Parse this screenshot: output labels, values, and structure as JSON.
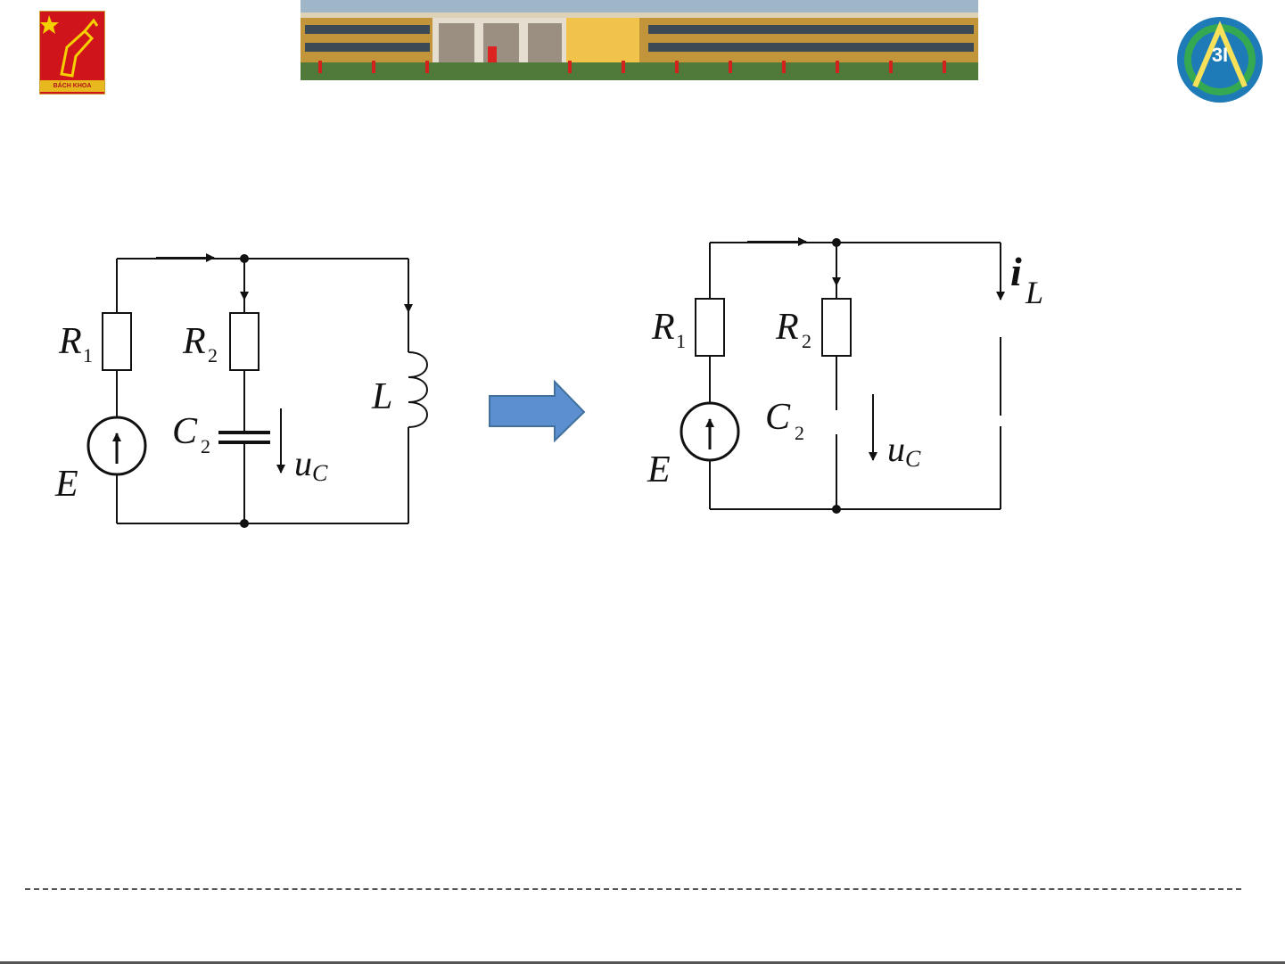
{
  "header": {
    "left_logo": {
      "banner_text": "BÁCH KHOA",
      "small_text": ""
    },
    "right_logo": {
      "text": "3I"
    }
  },
  "circuit_left": {
    "labels": {
      "R1": "R",
      "R1_sub": "1",
      "R2": "R",
      "R2_sub": "2",
      "C2": "C",
      "C2_sub": "2",
      "L": "L",
      "E": "E",
      "uC": "u",
      "uC_sub": "C"
    }
  },
  "circuit_right": {
    "labels": {
      "R1": "R",
      "R1_sub": "1",
      "R2": "R",
      "R2_sub": "2",
      "C2": "C",
      "C2_sub": "2",
      "E": "E",
      "uC": "u",
      "uC_sub": "C",
      "iL": "i",
      "iL_sub": "L"
    }
  },
  "colors": {
    "arrow_fill": "#5b8fd0",
    "arrow_stroke": "#41719c",
    "wire": "#111111"
  }
}
